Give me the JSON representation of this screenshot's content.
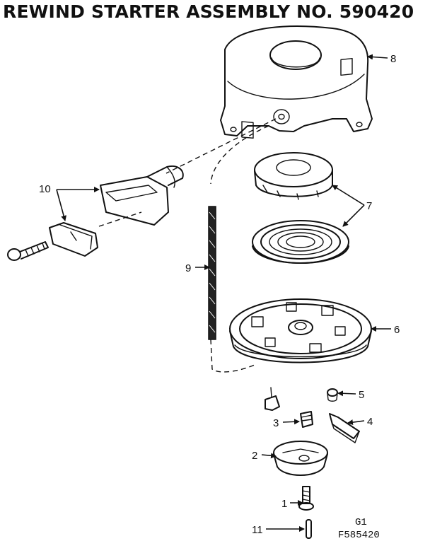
{
  "title": "REWIND STARTER ASSEMBLY NO. 590420",
  "parts": [
    {
      "id": "1",
      "label": "1"
    },
    {
      "id": "2",
      "label": "2"
    },
    {
      "id": "3",
      "label": "3"
    },
    {
      "id": "4",
      "label": "4"
    },
    {
      "id": "5",
      "label": "5"
    },
    {
      "id": "6",
      "label": "6"
    },
    {
      "id": "7",
      "label": "7"
    },
    {
      "id": "8",
      "label": "8"
    },
    {
      "id": "9",
      "label": "9"
    },
    {
      "id": "10",
      "label": "10"
    },
    {
      "id": "11",
      "label": "11"
    }
  ],
  "footer": {
    "line1": "G1",
    "line2": "F585420"
  }
}
